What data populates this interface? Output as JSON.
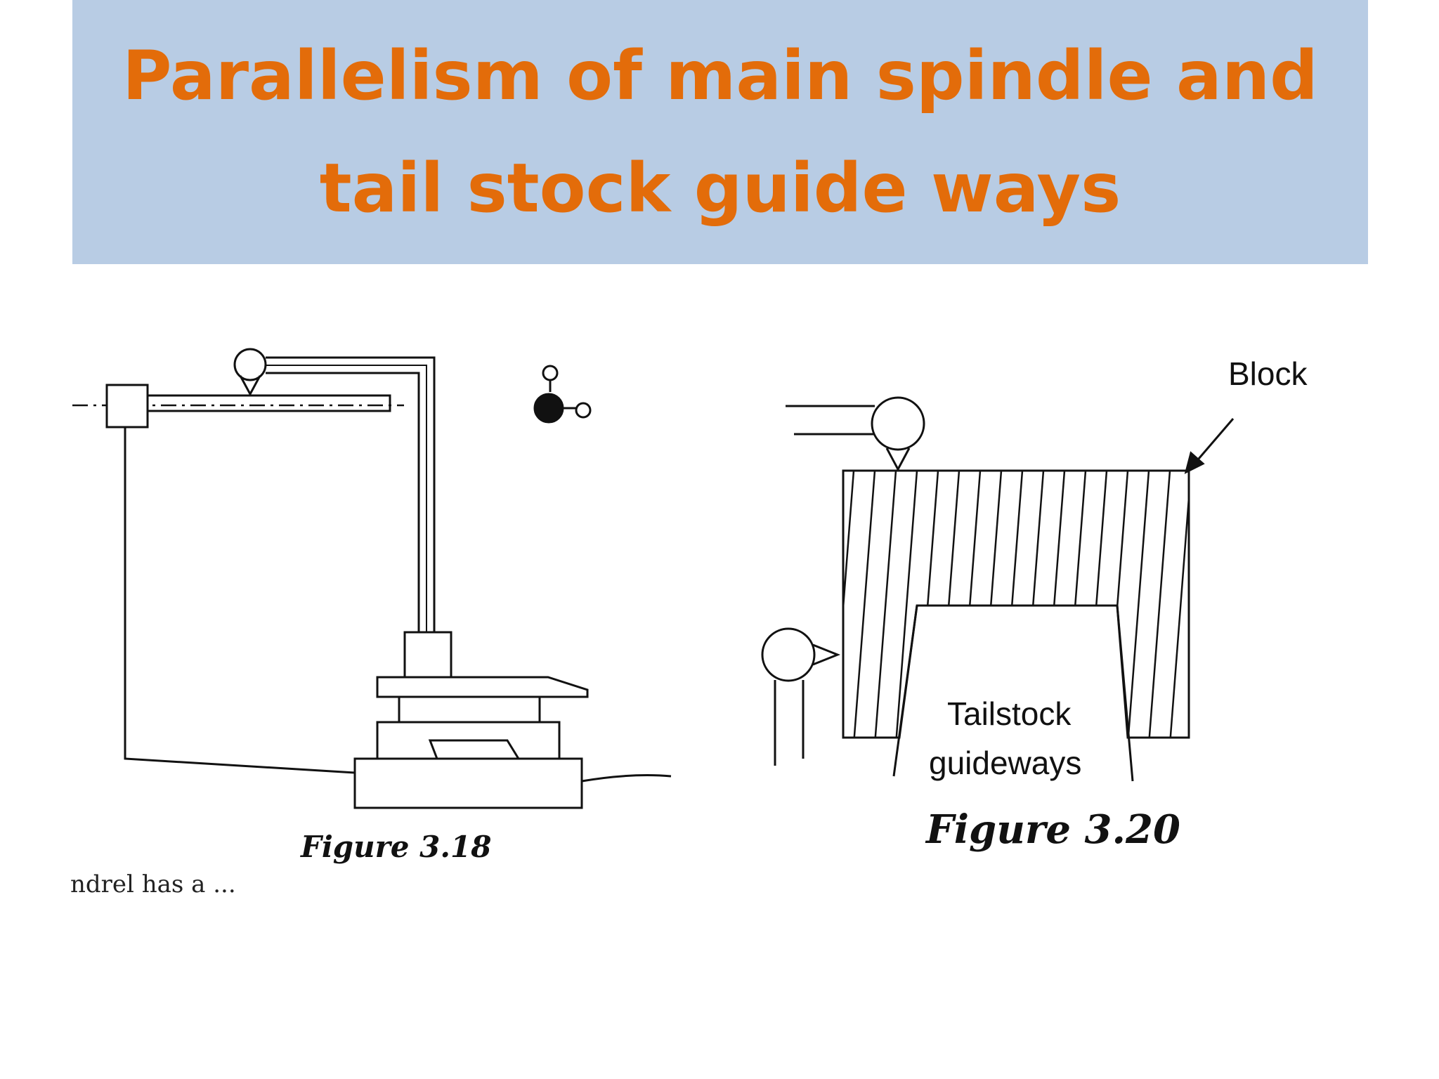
{
  "slide": {
    "title_line1": "Parallelism of main spindle and",
    "title_line2": "tail stock guide ways",
    "title_color": "#e36c0a",
    "title_background": "#b8cce4"
  },
  "figure_left": {
    "caption": "Figure 3.18",
    "text_fragment": "ndrel has a ..."
  },
  "figure_right": {
    "caption": "Figure 3.20",
    "label_block": "Block",
    "label_guideways_line1": "Tailstock",
    "label_guideways_line2": "guideways"
  },
  "icons": {
    "dial_gauge": "dial-gauge-icon",
    "arrow": "arrow-icon"
  }
}
